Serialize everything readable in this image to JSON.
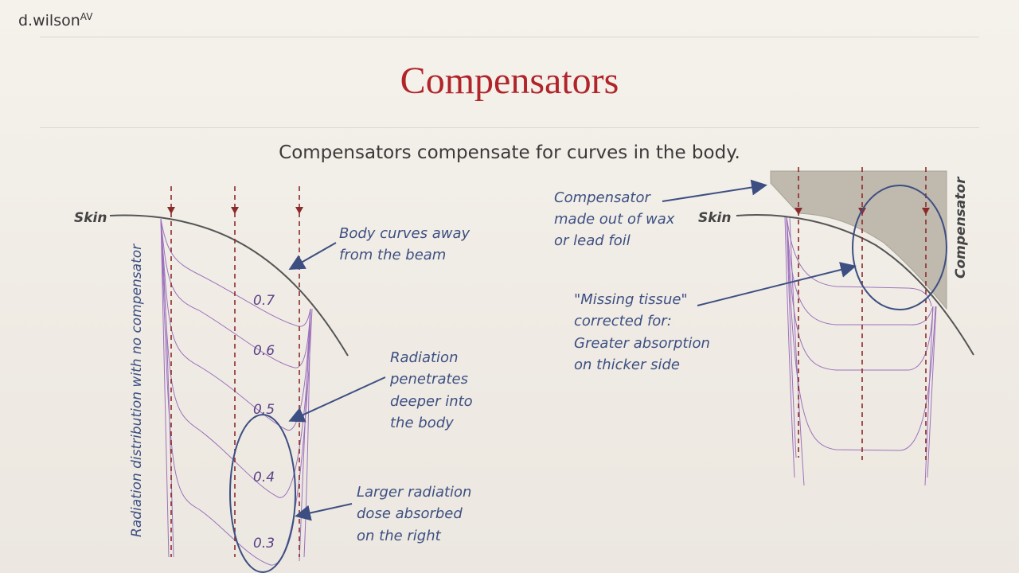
{
  "brand": {
    "name": "d.wilson",
    "sup": "AV"
  },
  "title": "Compensators",
  "subtitle": "Compensators compensate for curves in the body.",
  "left_diagram": {
    "skin_label": "Skin",
    "vertical_label": "Radiation distribution with no compensator",
    "values": [
      "0.7",
      "0.6",
      "0.5",
      "0.4",
      "0.3"
    ],
    "notes": {
      "curves": [
        "Body curves away",
        "from the beam"
      ],
      "penetrates": [
        "Radiation",
        "penetrates",
        "deeper into",
        "the body"
      ],
      "larger_dose": [
        "Larger radiation",
        "dose absorbed",
        "on the right"
      ]
    }
  },
  "right_diagram": {
    "skin_label": "Skin",
    "compensator_label": "Compensator",
    "notes": {
      "material": [
        "Compensator",
        "made out of wax",
        "or lead foil"
      ],
      "missing_tissue": [
        "\"Missing tissue\"",
        "corrected for:",
        "Greater absorption",
        "on thicker side"
      ]
    }
  },
  "colors": {
    "title": "#b0242a",
    "beam": "#8b2a2a",
    "isodose": "#8e5cb5",
    "annotation": "#3d4f82",
    "compensator": "#c0b9ae"
  }
}
